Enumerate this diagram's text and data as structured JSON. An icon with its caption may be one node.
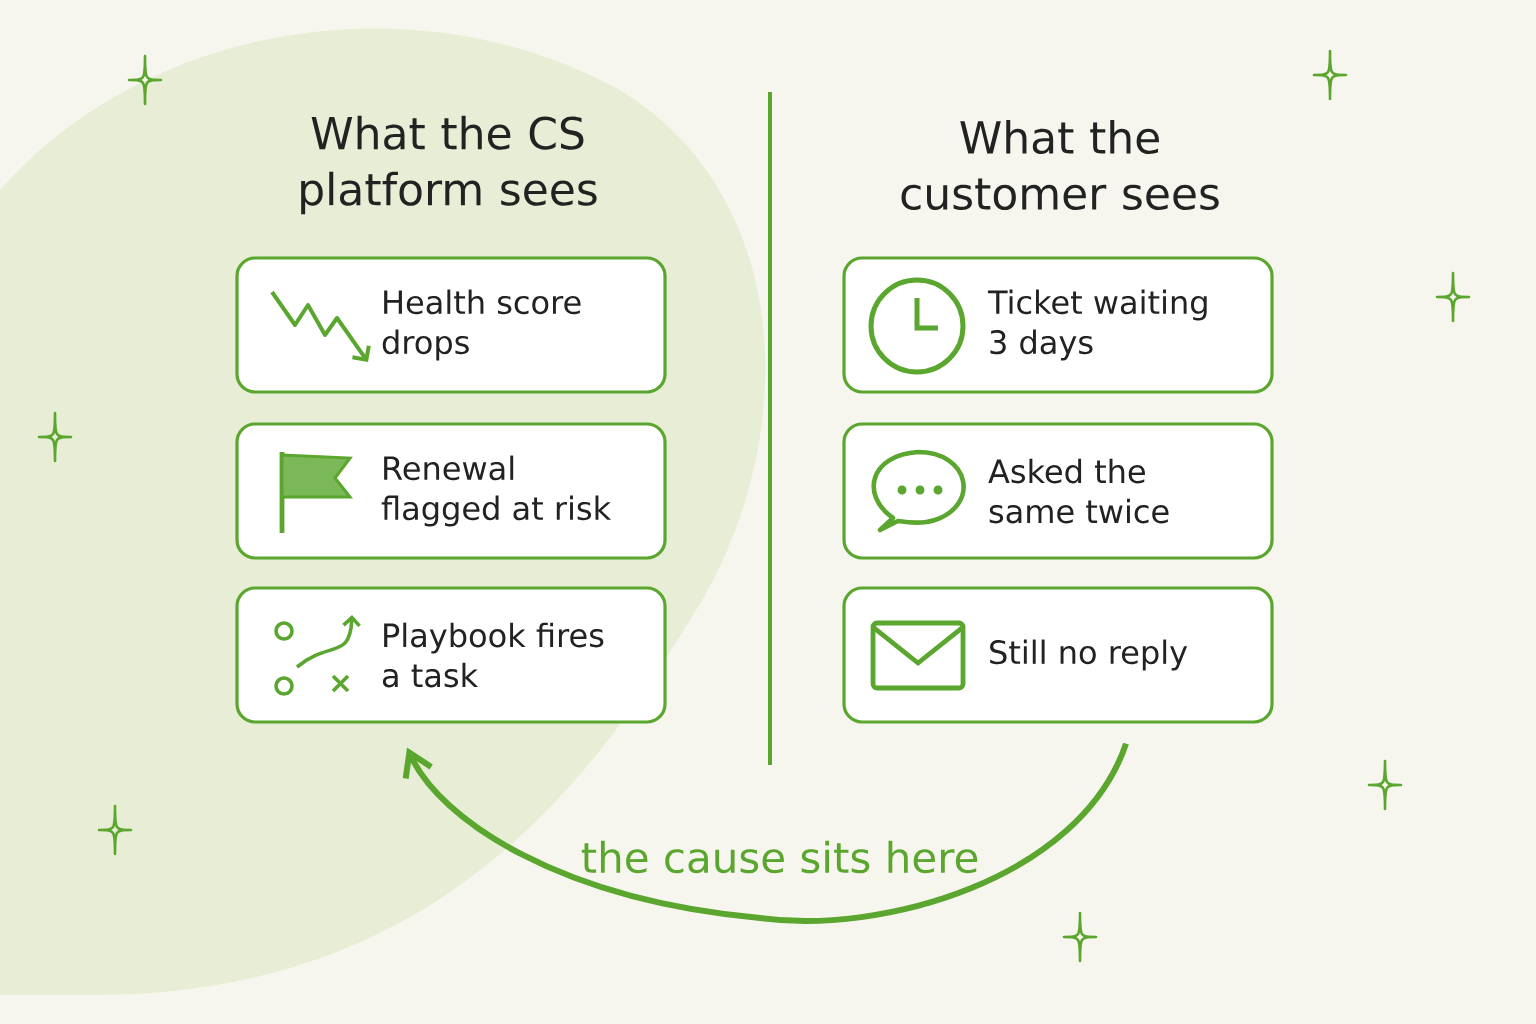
{
  "diagram": {
    "nodes": [
      {
        "text": [
          "Health score drops"
        ]
      },
      {
        "text": [
          "Renewal flagged at risk"
        ]
      },
      {
        "text": [
          "Playbook fires a task"
        ]
      },
      {
        "text": [
          "Ticket waiting 3 days"
        ]
      },
      {
        "text": [
          "Asked the same twice"
        ]
      },
      {
        "text": [
          "Still no reply"
        ]
      }
    ],
    "edges": [
      {
        "from": 5,
        "to": 2,
        "arrow": "to",
        "label": "the cause sits here"
      }
    ],
    "labels": [
      "What the CS platform sees",
      "What the customer sees"
    ]
  }
}
